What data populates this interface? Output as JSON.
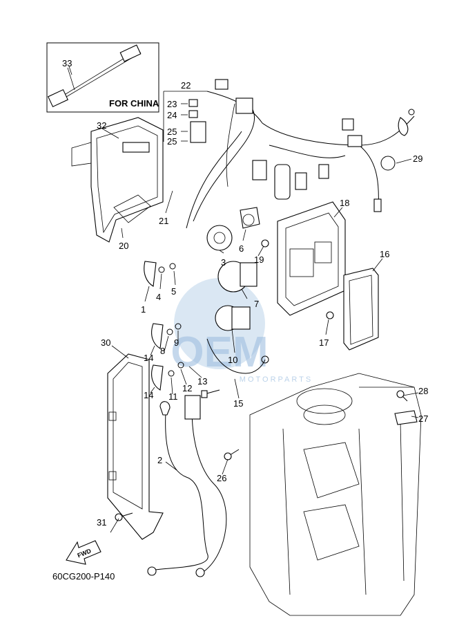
{
  "inset": {
    "label": "FOR CHINA",
    "part": "33"
  },
  "diagram_code": "60CG200-P140",
  "fwd_label": "FWD",
  "watermark": {
    "big": "OEM",
    "small": "MOTORPARTS"
  },
  "callouts": {
    "c1": "1",
    "c2": "2",
    "c3": "3",
    "c4": "4",
    "c5": "5",
    "c6": "6",
    "c7": "7",
    "c8": "8",
    "c9": "9",
    "c10": "10",
    "c11": "11",
    "c12": "12",
    "c13": "13",
    "c14a": "14",
    "c14b": "14",
    "c15": "15",
    "c16": "16",
    "c17": "17",
    "c18": "18",
    "c19": "19",
    "c20": "20",
    "c21": "21",
    "c22": "22",
    "c23": "23",
    "c24": "24",
    "c25a": "25",
    "c25b": "25",
    "c26": "26",
    "c27": "27",
    "c28": "28",
    "c29": "29",
    "c30": "30",
    "c31": "31",
    "c32": "32",
    "c33": "33"
  },
  "colors": {
    "line": "#000000",
    "watermark": "#bcd3ea",
    "background": "#ffffff"
  }
}
